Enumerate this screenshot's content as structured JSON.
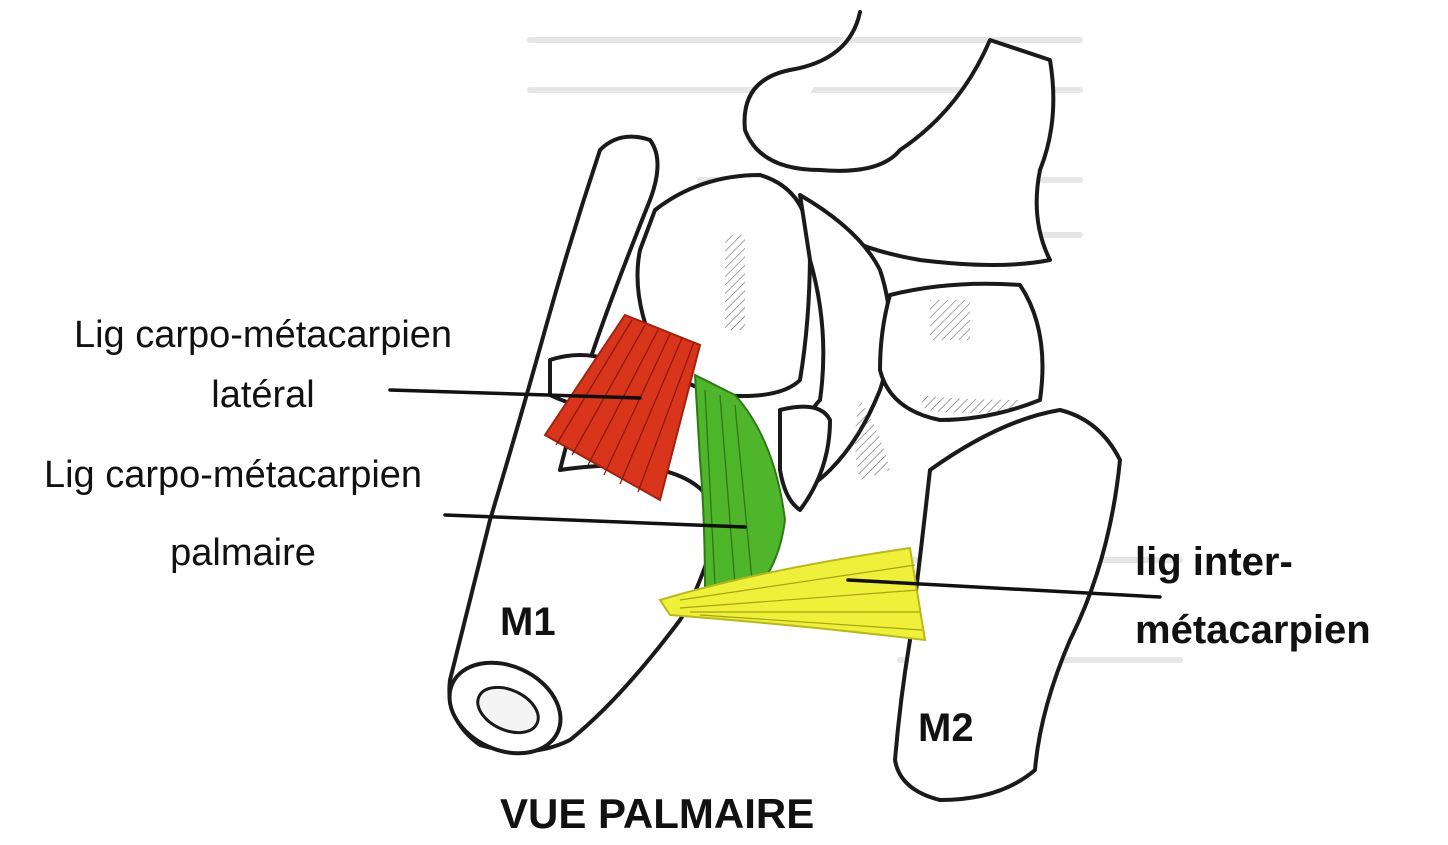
{
  "labels": {
    "lateral_line1": "Lig carpo-métacarpien",
    "lateral_line2": "latéral",
    "palmaire_line1": "Lig carpo-métacarpien",
    "palmaire_line2": "palmaire",
    "inter_line1": "lig inter-",
    "inter_line2": "métacarpien",
    "m1": "M1",
    "m2": "M2",
    "view": "VUE PALMAIRE"
  },
  "colors": {
    "lateral_ligament": "#d9341c",
    "palmar_ligament": "#4fb52a",
    "intermetacarpal_ligament": "#eef03a",
    "bone_outline": "#1a1a1a",
    "leader_line": "#111111"
  }
}
